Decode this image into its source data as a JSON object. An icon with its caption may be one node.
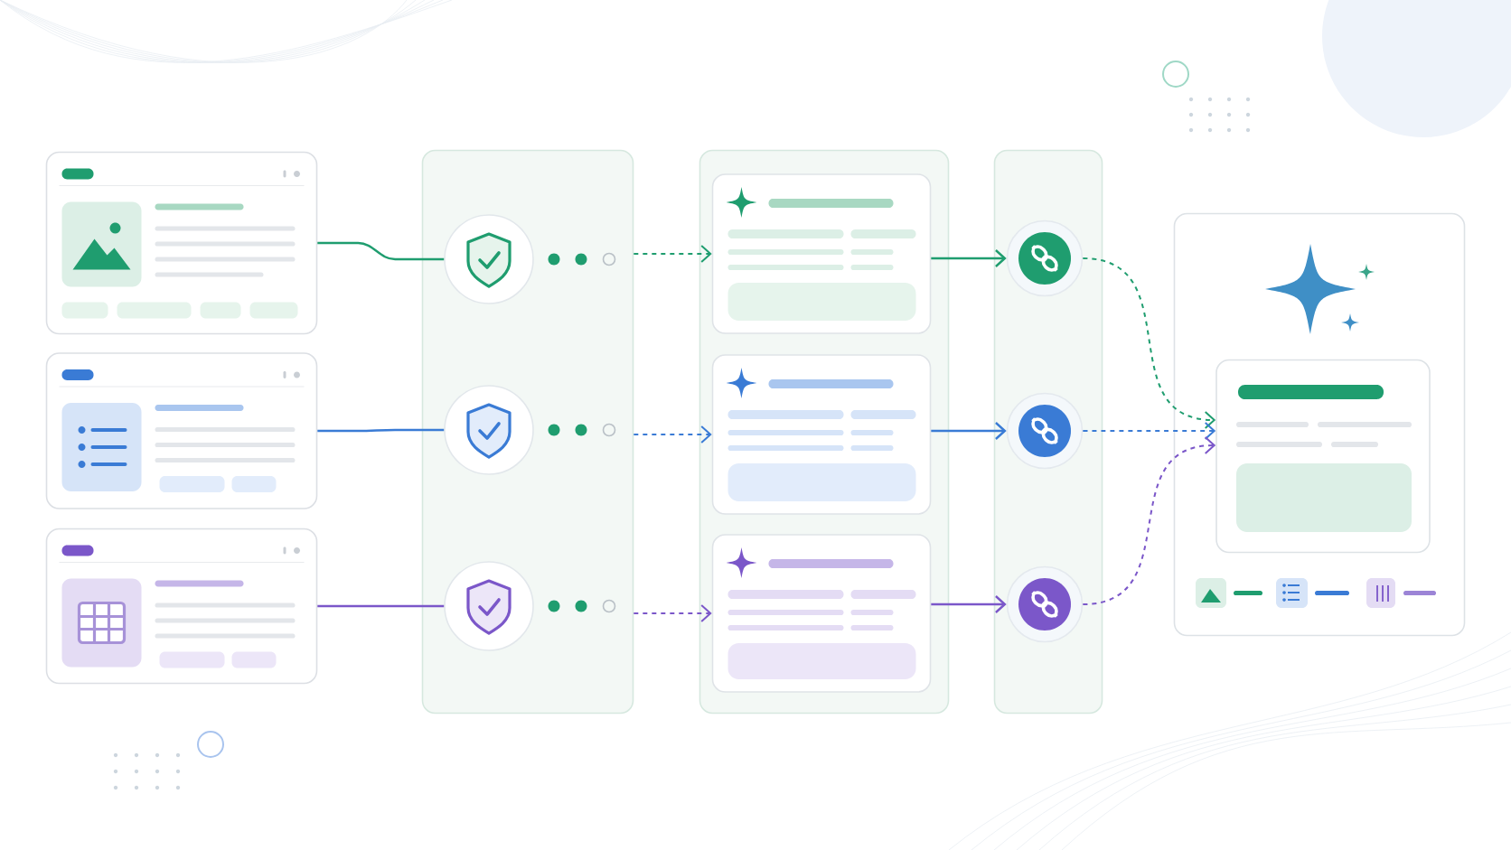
{
  "diagram": {
    "nodes": [
      {
        "text": [],
        "shape": "box"
      },
      {
        "text": [],
        "shape": "box"
      },
      {
        "text": [],
        "shape": "box"
      },
      {
        "text": [],
        "shape": "box"
      },
      {
        "text": [],
        "shape": "circle",
        "in": 3
      },
      {
        "text": [],
        "shape": "circle",
        "in": 3
      },
      {
        "text": [],
        "shape": "circle",
        "in": 3
      },
      {
        "text": [],
        "shape": "box"
      },
      {
        "text": [],
        "shape": "box",
        "in": 7
      },
      {
        "text": [],
        "shape": "box",
        "in": 7
      },
      {
        "text": [],
        "shape": "box",
        "in": 7
      },
      {
        "text": [],
        "shape": "box"
      },
      {
        "text": [],
        "shape": "circle",
        "in": 11
      },
      {
        "text": [],
        "shape": "circle",
        "in": 11
      },
      {
        "text": [],
        "shape": "circle",
        "in": 11
      },
      {
        "text": [],
        "shape": "box"
      },
      {
        "text": [],
        "shape": "box",
        "in": 15
      }
    ],
    "edges": [
      {
        "from": 0,
        "to": 4,
        "arrow": "none",
        "color": "#1f9d6f"
      },
      {
        "from": 1,
        "to": 5,
        "arrow": "none",
        "color": "#3a7bd5"
      },
      {
        "from": 2,
        "to": 6,
        "arrow": "none",
        "color": "#7b57c9"
      },
      {
        "from": 3,
        "to": 8,
        "arrow": "to",
        "style": "dashed",
        "color": "#1f9d6f"
      },
      {
        "from": 3,
        "to": 9,
        "arrow": "to",
        "style": "dashed",
        "color": "#3a7bd5"
      },
      {
        "from": 3,
        "to": 10,
        "arrow": "to",
        "style": "dashed",
        "color": "#7b57c9"
      },
      {
        "from": 8,
        "to": 12,
        "arrow": "to",
        "color": "#1f9d6f"
      },
      {
        "from": 9,
        "to": 13,
        "arrow": "to",
        "color": "#3a7bd5"
      },
      {
        "from": 10,
        "to": 14,
        "arrow": "to",
        "color": "#7b57c9"
      },
      {
        "from": 12,
        "to": 16,
        "arrow": "to",
        "style": "dashed",
        "color": "#1f9d6f"
      },
      {
        "from": 13,
        "to": 16,
        "arrow": "to",
        "style": "dashed",
        "color": "#3a7bd5"
      },
      {
        "from": 14,
        "to": 16,
        "arrow": "to",
        "style": "dashed",
        "color": "#7b57c9"
      }
    ]
  }
}
